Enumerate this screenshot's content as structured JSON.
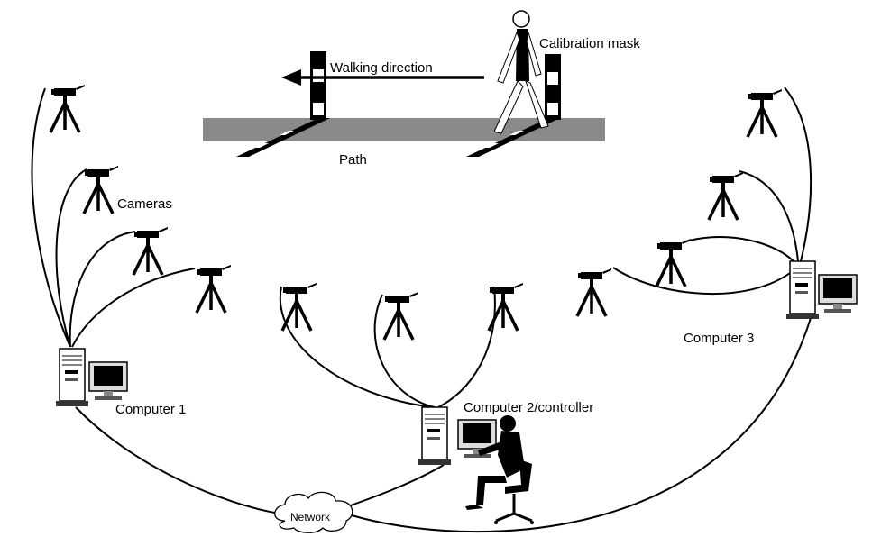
{
  "labels": {
    "calibration_mask": "Calibration mask",
    "walking_direction": "Walking direction",
    "path": "Path",
    "cameras": "Cameras",
    "computer1": "Computer 1",
    "computer2": "Computer 2/controller",
    "computer3": "Computer 3",
    "network": "Network"
  },
  "icons": {
    "camera": "tripod-camera-icon",
    "computer": "desktop-computer-icon",
    "person": "seated-operator-icon",
    "walker": "walking-person-icon",
    "cloud": "network-cloud-icon"
  },
  "colors": {
    "ink": "#000000",
    "path": "#8a8a8a",
    "background": "#ffffff"
  }
}
